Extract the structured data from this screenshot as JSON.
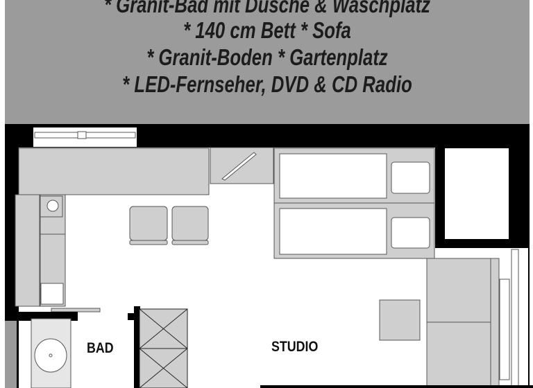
{
  "banner": {
    "lines": [
      "* Granit-Bad mit Dusche & Waschplatz",
      "* 140 cm Bett * Sofa",
      "* Granit-Boden * Gartenplatz",
      "* LED-Fernseher, DVD & CD Radio"
    ]
  },
  "floorplan": {
    "rooms": {
      "bath": "BAD",
      "studio": "STUDIO"
    }
  },
  "colors": {
    "banner": "#9b9b9b",
    "walls": "#000000",
    "furniture": "#cfcfcf"
  }
}
